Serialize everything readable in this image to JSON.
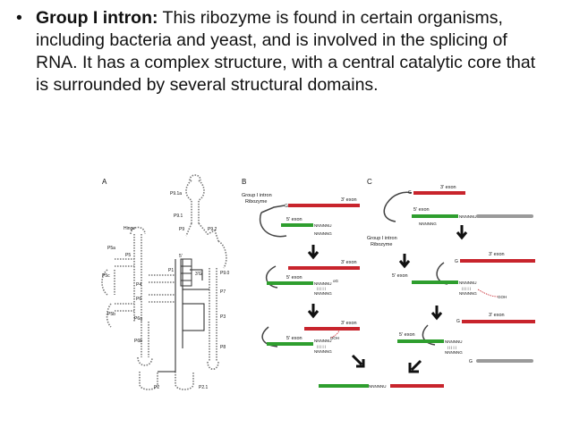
{
  "bullet": {
    "term": "Group I intron:",
    "text": " This ribozyme is found in certain organisms, including bacteria and yeast, and is involved in the splicing of RNA. It has a complex structure, with a central catalytic core that is surrounded by several structural domains."
  },
  "figure": {
    "panels": [
      "A",
      "B",
      "C"
    ],
    "structure_labels": [
      "P9.1a",
      "P9.1",
      "P9",
      "P9.2",
      "Hinge",
      "P5a",
      "P5",
      "P5c",
      "P4",
      "P6",
      "P5b",
      "P6a",
      "P6b",
      "P1",
      "3'G",
      "P9.0",
      "P7",
      "P3",
      "P8",
      "P2",
      "P2.1",
      "5'"
    ],
    "ribozyme_label_line1": "Group I intron",
    "ribozyme_label_line2": "Ribozyme",
    "exon3": "3' exon",
    "exon5": "5' exon",
    "seq_nnnnnu": "NNNNNU",
    "seq_nnnnng": "NNNNNG",
    "seq_pairs": "| | | | |",
    "seq_og": "oG",
    "seq_g": "G",
    "seq_u": "U",
    "seq_uoh": "UOH",
    "seq_goh": "GOH",
    "colors": {
      "exon5": "#2e9e2e",
      "exon3": "#c8242c",
      "intron": "#444444",
      "spliced_intron": "#9a9a9a"
    }
  }
}
